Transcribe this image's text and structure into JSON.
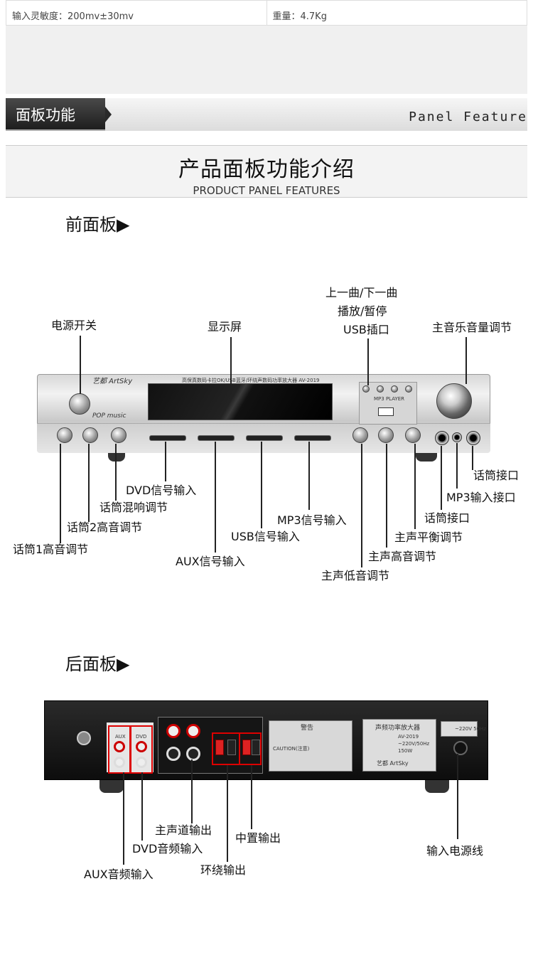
{
  "specs": {
    "left": "输入灵敏度：200mv±30mv",
    "right": "重量：4.7Kg"
  },
  "banner": {
    "cn": "面板功能",
    "en": "Panel Feature"
  },
  "title": {
    "cn": "产品面板功能介绍",
    "en": "PRODUCT PANEL FEATURES"
  },
  "front": {
    "heading": "前面板▶",
    "brand": "艺都 ArtSky",
    "pop": "POP music",
    "mp3": "MP3 PLAYER",
    "model_text": "高保真数码卡拉OK/USB蓝牙/环绕声数码功率放大器 AV-2019",
    "labels": {
      "power": "电源开关",
      "display": "显示屏",
      "track_a": "上一曲/下一曲",
      "track_b": "播放/暂停",
      "track_c": "USB插口",
      "main_vol": "主音乐音量调节",
      "mic_jack_r": "话筒接口",
      "mp3_jack": "MP3输入接口",
      "mic_jack_l": "话筒接口",
      "balance": "主声平衡调节",
      "treble": "主声高音调节",
      "bass": "主声低音调节",
      "dvd_in": "DVD信号输入",
      "echo": "话筒混响调节",
      "mic2_treble": "话筒2高音调节",
      "mic1_treble": "话筒1高音调节",
      "mp3_in": "MP3信号输入",
      "usb_in": "USB信号输入",
      "aux_in": "AUX信号输入"
    }
  },
  "rear": {
    "heading": "后面板▶",
    "caution_title": "警告",
    "caution_text": "CAUTION(注意)",
    "plate_title": "声频功率放大器",
    "plate_model": "AV-2019",
    "plate_power": "~220V/50Hz",
    "plate_watt": "150W",
    "plate_brand": "艺都 ArtSky",
    "volt": "~220V 50Hz",
    "labels": {
      "main_out": "主声道输出",
      "dvd_audio": "DVD音频输入",
      "aux_audio": "AUX音频输入",
      "center_out": "中置输出",
      "surround_out": "环绕输出",
      "power_cord": "输入电源线"
    },
    "inputs": {
      "aux": "AUX",
      "dvd": "DVD"
    }
  }
}
